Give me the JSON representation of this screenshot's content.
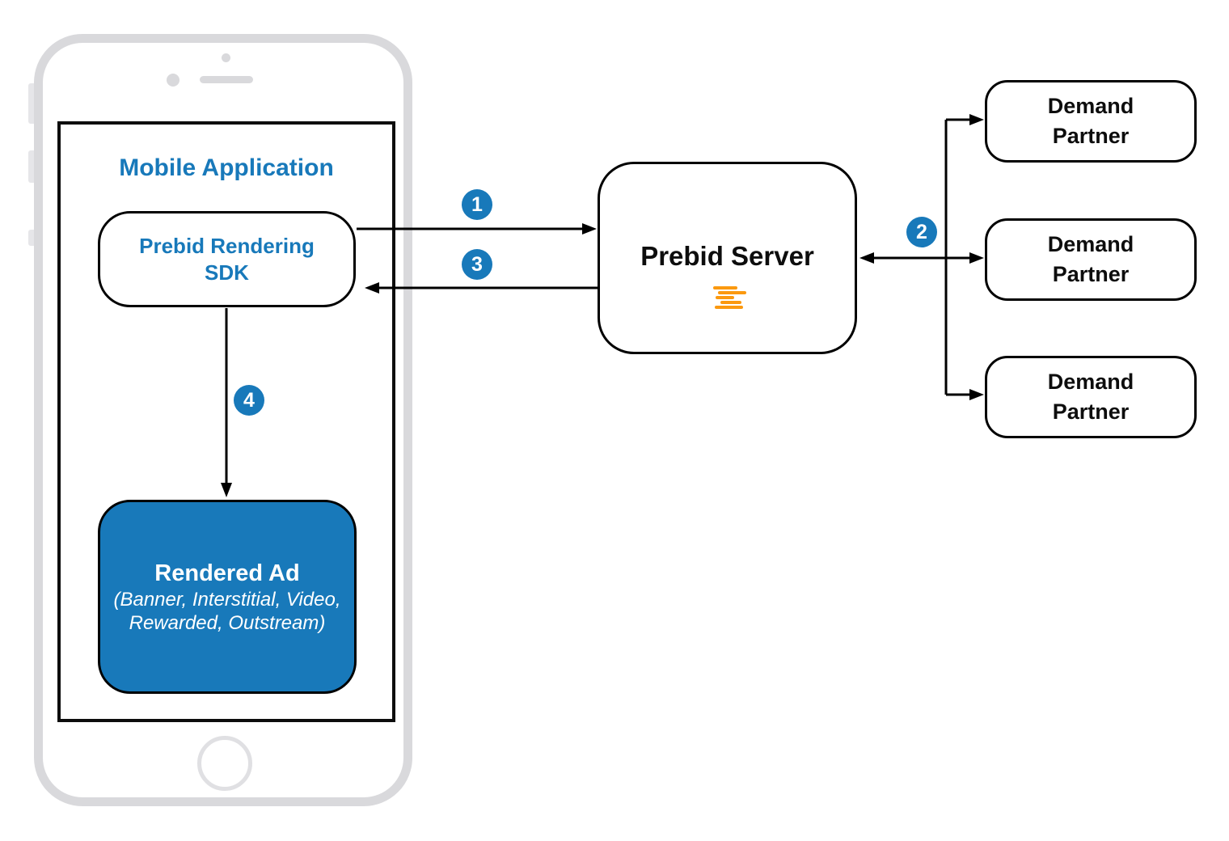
{
  "diagram": {
    "mobile_app": {
      "title": "Mobile Application",
      "sdk_label": "Prebid Rendering\nSDK",
      "rendered_ad": {
        "title": "Rendered Ad",
        "formats": "(Banner, Interstitial, Video,\nRewarded, Outstream)"
      }
    },
    "server": {
      "label": "Prebid Server",
      "logo": "prebid-logo-icon"
    },
    "demand_partners": [
      {
        "label": "Demand\nPartner"
      },
      {
        "label": "Demand\nPartner"
      },
      {
        "label": "Demand\nPartner"
      }
    ],
    "steps": [
      {
        "number": "1"
      },
      {
        "number": "2"
      },
      {
        "number": "3"
      },
      {
        "number": "4"
      }
    ],
    "colors": {
      "accent_blue": "#1879ba",
      "logo_orange": "#fb990f",
      "phone_gray": "#d9d9dc",
      "line_black": "#000000"
    }
  }
}
